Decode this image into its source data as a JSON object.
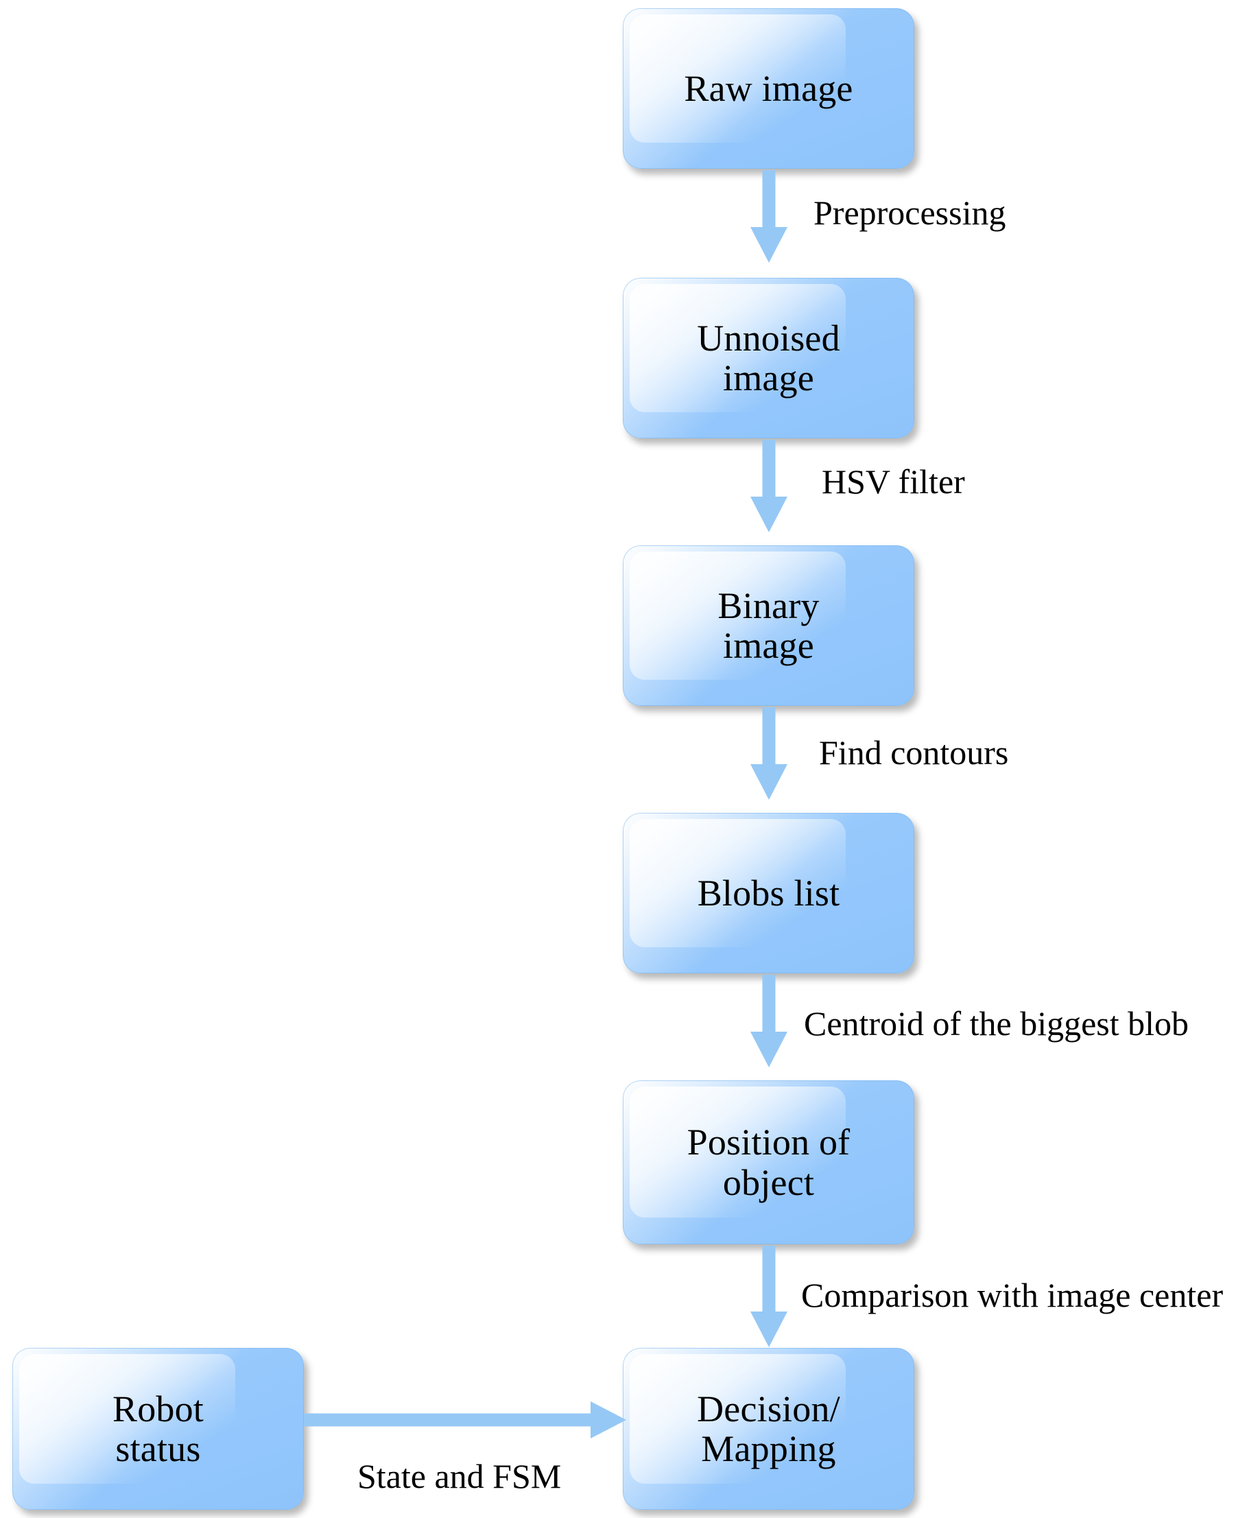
{
  "diagram": {
    "title": "Vision processing pipeline flowchart",
    "accent_color": "#96c8fc",
    "arrow_color": "#95c8f5",
    "text_color": "#000000",
    "background_color": "#ffffff",
    "nodes": [
      {
        "id": "raw-image",
        "label": "Raw image"
      },
      {
        "id": "unnoised-image",
        "label": "Unnoised\nimage"
      },
      {
        "id": "binary-image",
        "label": "Binary\nimage"
      },
      {
        "id": "blobs-list",
        "label": "Blobs list"
      },
      {
        "id": "position-object",
        "label": "Position of\nobject"
      },
      {
        "id": "decision-mapping",
        "label": "Decision/\nMapping"
      },
      {
        "id": "robot-status",
        "label": "Robot\nstatus"
      }
    ],
    "edges": [
      {
        "id": "edge-preprocessing",
        "from": "raw-image",
        "to": "unnoised-image",
        "label": "Preprocessing"
      },
      {
        "id": "edge-hsv-filter",
        "from": "unnoised-image",
        "to": "binary-image",
        "label": "HSV filter"
      },
      {
        "id": "edge-find-contours",
        "from": "binary-image",
        "to": "blobs-list",
        "label": "Find contours"
      },
      {
        "id": "edge-centroid",
        "from": "blobs-list",
        "to": "position-object",
        "label": "Centroid of the biggest blob"
      },
      {
        "id": "edge-comparison",
        "from": "position-object",
        "to": "decision-mapping",
        "label": "Comparison with image center"
      },
      {
        "id": "edge-state-fsm",
        "from": "robot-status",
        "to": "decision-mapping",
        "label": "State and FSM"
      }
    ]
  }
}
